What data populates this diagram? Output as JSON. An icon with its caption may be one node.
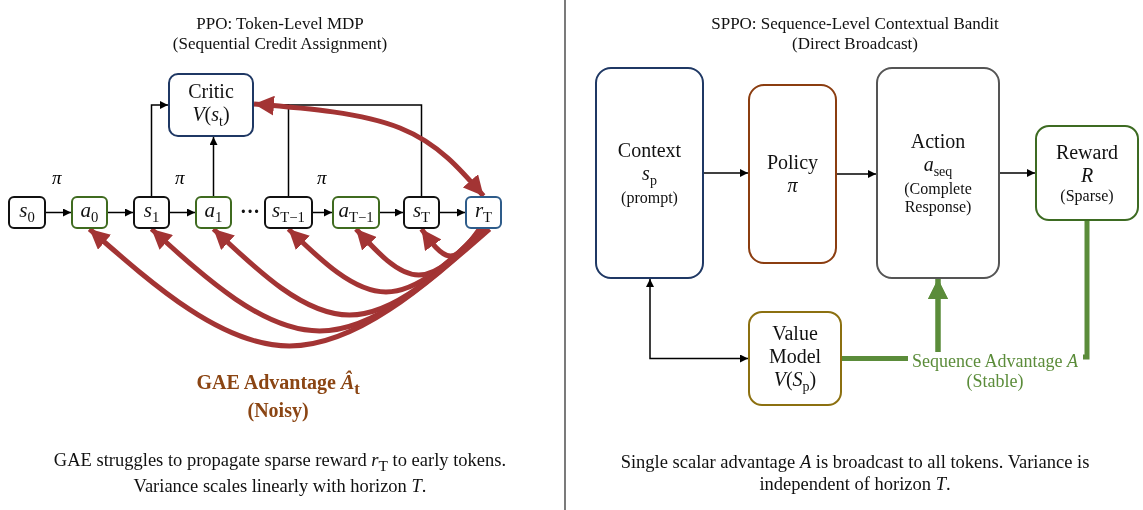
{
  "diagram": {
    "nodes": [
      {
        "text": [
          "Critic",
          "*V*(*s*$_{t}$)"
        ]
      },
      {
        "text": [
          "*s*$_{0}$"
        ]
      },
      {
        "text": [
          "*a*$_{0}$"
        ]
      },
      {
        "text": [
          "*s*$_{1}$"
        ]
      },
      {
        "text": [
          "*a*$_{1}$"
        ]
      },
      {
        "text": [
          "*s*$_{T−1}$"
        ]
      },
      {
        "text": [
          "*a*$_{T−1}$"
        ]
      },
      {
        "text": [
          "*s*$_{T}$"
        ]
      },
      {
        "text": [
          "*r*$_{T}$"
        ]
      },
      {
        "text": [
          "Context",
          "*s*$_{p}$",
          "(prompt)"
        ]
      },
      {
        "text": [
          "Policy",
          "*π*"
        ]
      },
      {
        "text": [
          "Action",
          "*a*$_{seq}$",
          "(Complete Response)"
        ]
      },
      {
        "text": [
          "Reward",
          "*R*",
          "(Sparse)"
        ]
      },
      {
        "text": [
          "Value Model",
          "*V*(*S*$_{p}$)"
        ]
      }
    ],
    "edges": [
      {
        "from": 1,
        "to": 2,
        "arrow": "to",
        "label": "π"
      },
      {
        "from": 2,
        "to": 3,
        "arrow": "to"
      },
      {
        "from": 3,
        "to": 4,
        "arrow": "to",
        "label": "π"
      },
      {
        "from": 5,
        "to": 6,
        "arrow": "to",
        "label": "π"
      },
      {
        "from": 6,
        "to": 7,
        "arrow": "to"
      },
      {
        "from": 7,
        "to": 8,
        "arrow": "to"
      },
      {
        "from": 3,
        "to": 0,
        "arrow": "to"
      },
      {
        "from": 4,
        "to": 0,
        "arrow": "to"
      },
      {
        "from": 5,
        "to": 0,
        "arrow": "none"
      },
      {
        "from": 7,
        "to": 0,
        "arrow": "none"
      },
      {
        "from": 0,
        "to": 8,
        "arrow": "both",
        "style": "thick",
        "color": "#a33434"
      },
      {
        "from": 8,
        "to": 7,
        "arrow": "to",
        "style": "thick",
        "color": "#a33434"
      },
      {
        "from": 8,
        "to": 6,
        "arrow": "to",
        "style": "thick",
        "color": "#a33434"
      },
      {
        "from": 8,
        "to": 5,
        "arrow": "to",
        "style": "thick",
        "color": "#a33434"
      },
      {
        "from": 8,
        "to": 4,
        "arrow": "to",
        "style": "thick",
        "color": "#a33434"
      },
      {
        "from": 8,
        "to": 3,
        "arrow": "to",
        "style": "thick",
        "color": "#a33434"
      },
      {
        "from": 8,
        "to": 2,
        "arrow": "to",
        "style": "thick",
        "color": "#a33434"
      },
      {
        "from": 9,
        "to": 10,
        "arrow": "to"
      },
      {
        "from": 10,
        "to": 11,
        "arrow": "to"
      },
      {
        "from": 11,
        "to": 12,
        "arrow": "to"
      },
      {
        "from": 13,
        "to": 9,
        "arrow": "both"
      },
      {
        "from": 13,
        "to": 11,
        "arrow": "to",
        "style": "thick",
        "color": "#5b8c3a"
      },
      {
        "from": 12,
        "to": 11,
        "arrow": "to",
        "style": "thick",
        "color": "#5b8c3a",
        "label": "Sequence Advantage *A* (Stable)"
      }
    ],
    "labels": [
      "PPO: Token-Level MDP (Sequential Credit Assignment)",
      "SPPO: Sequence-Level Contextual Bandit (Direct Broadcast)",
      "···",
      "GAE Advantage *Â*$_{t}$",
      "(Noisy)",
      "GAE struggles to propagate sparse reward *r*$_{T}$ to early tokens. Variance scales linearly with horizon *T*.",
      "Single scalar advantage *A* is broadcast to all tokens. Variance is independent of horizon *T*."
    ]
  }
}
